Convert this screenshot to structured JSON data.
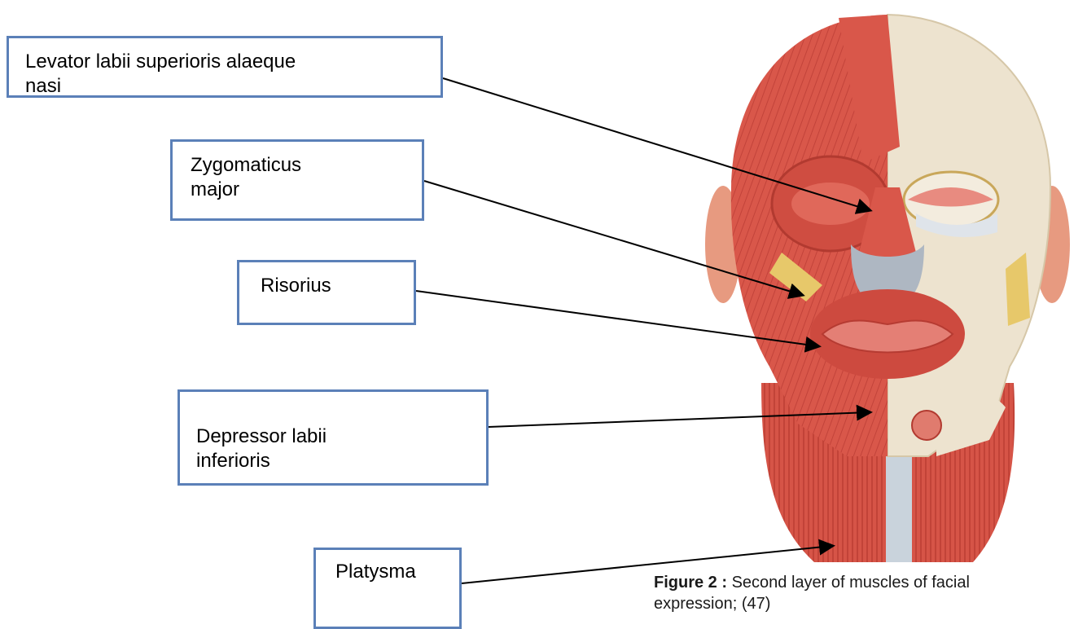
{
  "labels": {
    "levator": "Levator labii superioris alaeque\nnasi",
    "zygomaticus": "Zygomaticus\nmajor",
    "risorius": "Risorius",
    "depressor": "Depressor labii\ninferioris",
    "platysma": "Platysma"
  },
  "caption": {
    "figure_id": "Figure 2 :",
    "text_line1": " Second layer of muscles of facial",
    "text_line2": "expression; (47)"
  },
  "colors": {
    "box_border": "#5b80b8",
    "muscle": "#d9574a",
    "muscle_dark": "#b8392f",
    "bone": "#ede3cf",
    "skin": "#e89b7f"
  }
}
